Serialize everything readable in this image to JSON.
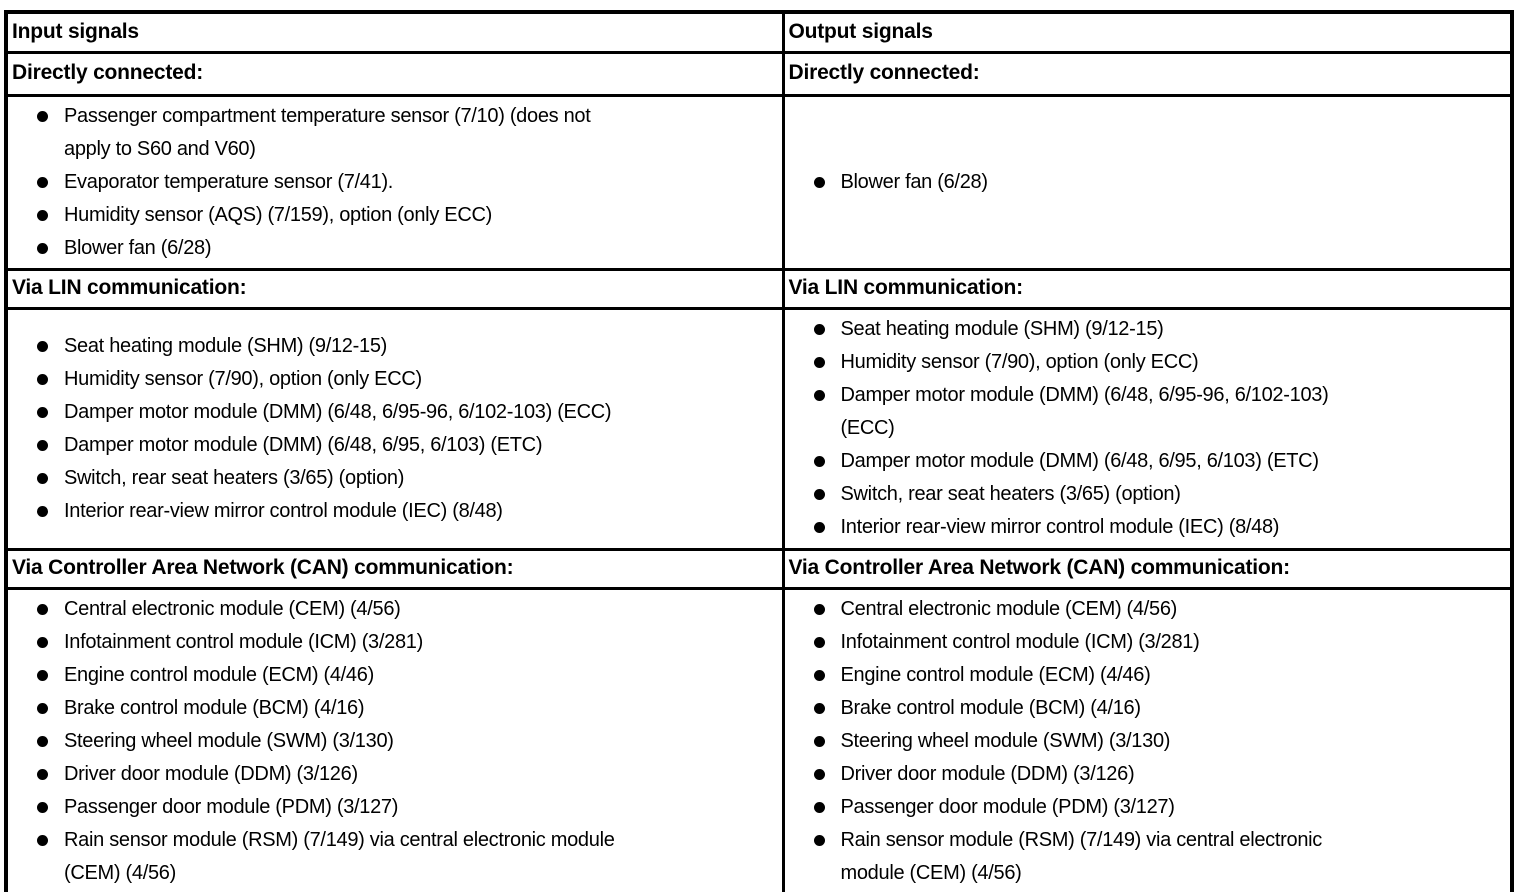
{
  "colors": {
    "background": "#ffffff",
    "text": "#000000",
    "border": "#000000"
  },
  "table": {
    "columns": [
      {
        "header": "Input signals",
        "sections": [
          {
            "heading": "Directly connected:",
            "items": [
              "Passenger compartment temperature sensor (7/10) (does not\napply to S60 and V60)",
              "Evaporator temperature sensor (7/41).",
              "Humidity sensor (AQS) (7/159), option (only ECC)",
              "Blower fan (6/28)"
            ]
          },
          {
            "heading": "Via LIN communication:",
            "items": [
              "Seat heating module (SHM) (9/12-15)",
              "Humidity sensor (7/90), option (only ECC)",
              "Damper motor module (DMM) (6/48, 6/95-96, 6/102-103) (ECC)",
              "Damper motor module (DMM) (6/48, 6/95, 6/103) (ETC)",
              "Switch, rear seat heaters (3/65) (option)",
              "Interior rear-view mirror control module (IEC) (8/48)"
            ]
          },
          {
            "heading": "Via Controller Area Network (CAN) communication:",
            "items": [
              "Central electronic module (CEM) (4/56)",
              "Infotainment control module (ICM) (3/281)",
              "Engine control module (ECM) (4/46)",
              "Brake control module (BCM) (4/16)",
              "Steering wheel module (SWM) (3/130)",
              "Driver door module (DDM) (3/126)",
              "Passenger door module (PDM) (3/127)",
              "Rain sensor module (RSM) (7/149) via central electronic module\n(CEM) (4/56)"
            ]
          }
        ]
      },
      {
        "header": "Output signals",
        "sections": [
          {
            "heading": "Directly connected:",
            "items": [
              "Blower fan (6/28)"
            ]
          },
          {
            "heading": "Via LIN communication:",
            "items": [
              "Seat heating module (SHM) (9/12-15)",
              "Humidity sensor (7/90), option (only ECC)",
              "Damper motor module (DMM) (6/48, 6/95-96, 6/102-103)\n(ECC)",
              "Damper motor module (DMM) (6/48, 6/95, 6/103) (ETC)",
              "Switch, rear seat heaters (3/65) (option)",
              "Interior rear-view mirror control module (IEC) (8/48)"
            ]
          },
          {
            "heading": "Via Controller Area Network (CAN) communication:",
            "items": [
              "Central electronic module (CEM) (4/56)",
              "Infotainment control module (ICM) (3/281)",
              "Engine control module (ECM) (4/46)",
              "Brake control module (BCM) (4/16)",
              "Steering wheel module (SWM) (3/130)",
              "Driver door module (DDM) (3/126)",
              "Passenger door module (PDM) (3/127)",
              "Rain sensor module (RSM) (7/149) via central electronic\nmodule (CEM) (4/56)"
            ]
          }
        ]
      }
    ]
  }
}
